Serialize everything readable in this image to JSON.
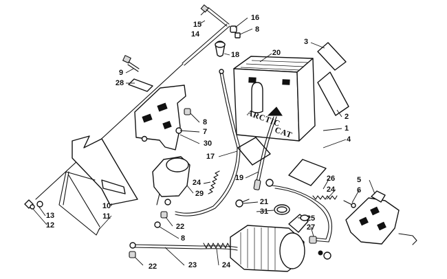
{
  "diagram": {
    "callouts": {
      "c1": "1",
      "c2": "2",
      "c3": "3",
      "c4": "4",
      "c5": "5",
      "c6": "6",
      "c7": "7",
      "c8a": "8",
      "c8b": "8",
      "c8c": "8",
      "c9": "9",
      "c10": "10",
      "c11": "11",
      "c12": "12",
      "c13": "13",
      "c14": "14",
      "c15": "15",
      "c16": "16",
      "c17": "17",
      "c18": "18",
      "c19": "19",
      "c20": "20",
      "c21": "21",
      "c22a": "22",
      "c22b": "22",
      "c23": "23",
      "c24a": "24",
      "c24b": "24",
      "c24c": "24",
      "c25": "25",
      "c26": "26",
      "c27": "27",
      "c28": "28",
      "c29": "29",
      "c30": "30",
      "c31": "31"
    },
    "battery_logo": {
      "word1": "ARCTIC",
      "word2": "CAT"
    }
  }
}
